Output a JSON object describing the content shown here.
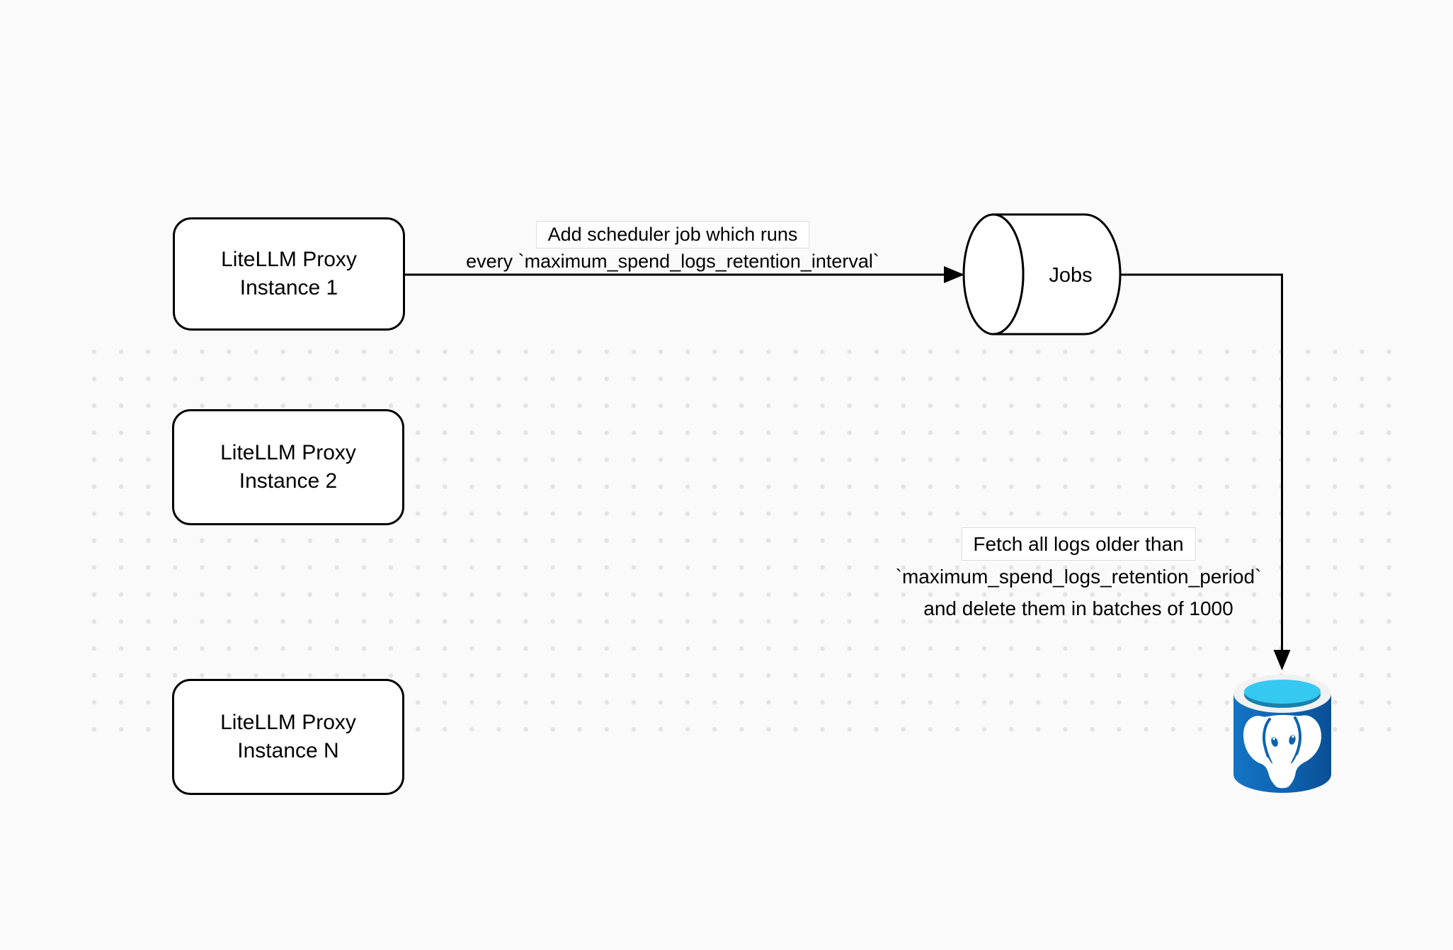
{
  "diagram": {
    "nodes": {
      "instance1": {
        "line1": "LiteLLM Proxy",
        "line2": "Instance 1"
      },
      "instance2": {
        "line1": "LiteLLM Proxy",
        "line2": "Instance 2"
      },
      "instanceN": {
        "line1": "LiteLLM Proxy",
        "line2": "Instance N"
      },
      "jobs": {
        "label": "Jobs"
      },
      "postgres": {
        "icon": "postgresql-database-icon"
      }
    },
    "edges": {
      "scheduler_job": {
        "label_line1": "Add scheduler job which runs",
        "label_line2": "every `maximum_spend_logs_retention_interval`"
      },
      "fetch_logs": {
        "label_line1": "Fetch all logs older than",
        "label_line2": "`maximum_spend_logs_retention_period`",
        "label_line3": "and delete them in batches of 1000"
      }
    },
    "colors": {
      "background": "#fafafa",
      "node_fill": "#ffffff",
      "node_border": "#000000",
      "arrow": "#000000",
      "dot_grid": "#e3e3e3",
      "postgres_blue": "#0e63b0",
      "postgres_blue_light": "#1474c4",
      "postgres_blue_dark": "#0a4f96",
      "postgres_cyan": "#35c9f2",
      "postgres_rim": "#f1f1f1"
    }
  }
}
